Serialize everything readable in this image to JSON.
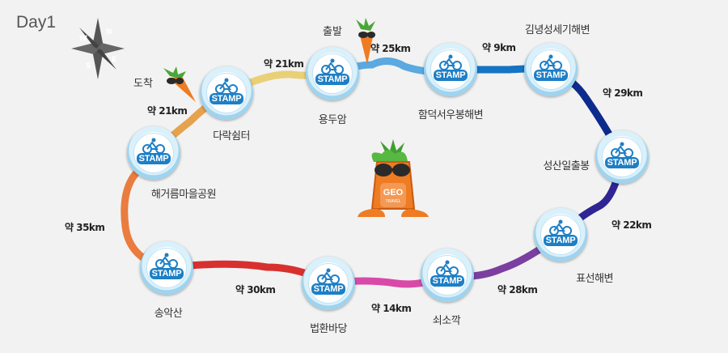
{
  "title": "Day1",
  "compass": {
    "letters": [
      "N",
      "E",
      "S",
      "W"
    ]
  },
  "start_label": "출발",
  "end_label": "도착",
  "mascot": {
    "line1": "GEO",
    "line2": "TRAVEL"
  },
  "stamp_text": "STAMP",
  "stops": [
    {
      "name": "용두암"
    },
    {
      "name": "함덕서우봉해변"
    },
    {
      "name": "김녕성세기해변"
    },
    {
      "name": "성산일출봉"
    },
    {
      "name": "표선해변"
    },
    {
      "name": "쇠소깍"
    },
    {
      "name": "법환바당"
    },
    {
      "name": "송악산"
    },
    {
      "name": "해거름마을공원"
    },
    {
      "name": "다락쉼터"
    }
  ],
  "segments": [
    {
      "distance": "약 25km",
      "color": "#5aa9e0"
    },
    {
      "distance": "약 9km",
      "color": "#1473c4"
    },
    {
      "distance": "약 29km",
      "color": "#0d2b8c"
    },
    {
      "distance": "약 22km",
      "color": "#2f2593"
    },
    {
      "distance": "약 28km",
      "color": "#7b3fa0"
    },
    {
      "distance": "약 14km",
      "color": "#d84aa8"
    },
    {
      "distance": "약 30km",
      "color": "#d8302f"
    },
    {
      "distance": "약 35km",
      "color": "#ea7c3f"
    },
    {
      "distance": "약 21km",
      "color": "#e6a24d"
    },
    {
      "distance": "약 21km",
      "color": "#e9cf76"
    }
  ]
}
